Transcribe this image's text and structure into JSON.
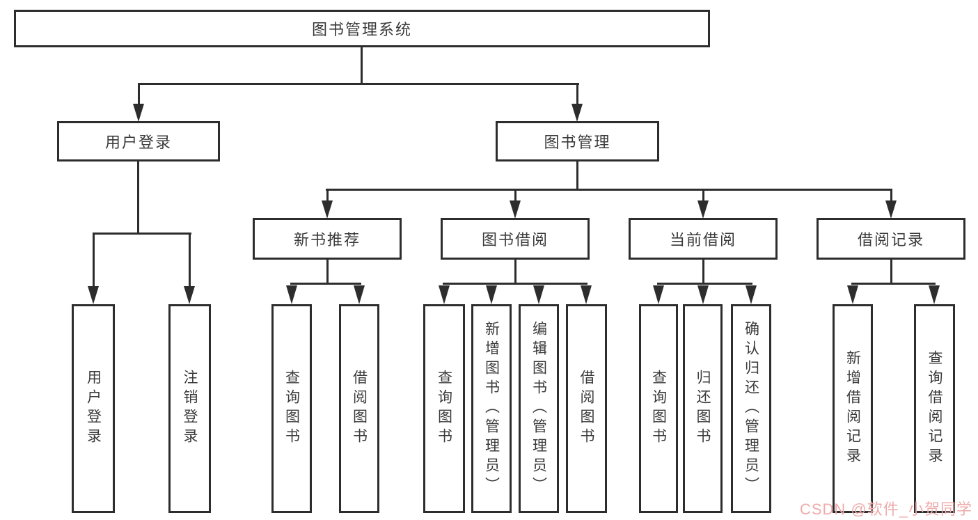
{
  "diagram": {
    "type": "hierarchy-flowchart",
    "colors": {
      "line": "#2d2d2d",
      "box_border": "#2d2d2d",
      "text": "#3a3a3a",
      "background": "#ffffff",
      "watermark": "#efabab"
    },
    "tree": {
      "root": {
        "label": "图书管理系统"
      },
      "level2": [
        {
          "label": "用户登录"
        },
        {
          "label": "图书管理"
        }
      ],
      "level3": [
        {
          "label": "新书推荐"
        },
        {
          "label": "图书借阅"
        },
        {
          "label": "当前借阅"
        },
        {
          "label": "借阅记录"
        }
      ],
      "leaves": {
        "login": [
          {
            "label": "用户登录"
          },
          {
            "label": "注销登录"
          }
        ],
        "recommend": [
          {
            "label": "查询图书"
          },
          {
            "label": "借阅图书"
          }
        ],
        "borrow": [
          {
            "label": "查询图书"
          },
          {
            "label": "新增图书（管理员）"
          },
          {
            "label": "编辑图书（管理员）"
          },
          {
            "label": "借阅图书"
          }
        ],
        "current": [
          {
            "label": "查询图书"
          },
          {
            "label": "归还图书"
          },
          {
            "label": "确认归还（管理员）"
          }
        ],
        "records": [
          {
            "label": "新增借阅记录"
          },
          {
            "label": "查询借阅记录"
          }
        ]
      }
    }
  },
  "watermark": {
    "text": "CSDN @软件_小贺同学"
  }
}
